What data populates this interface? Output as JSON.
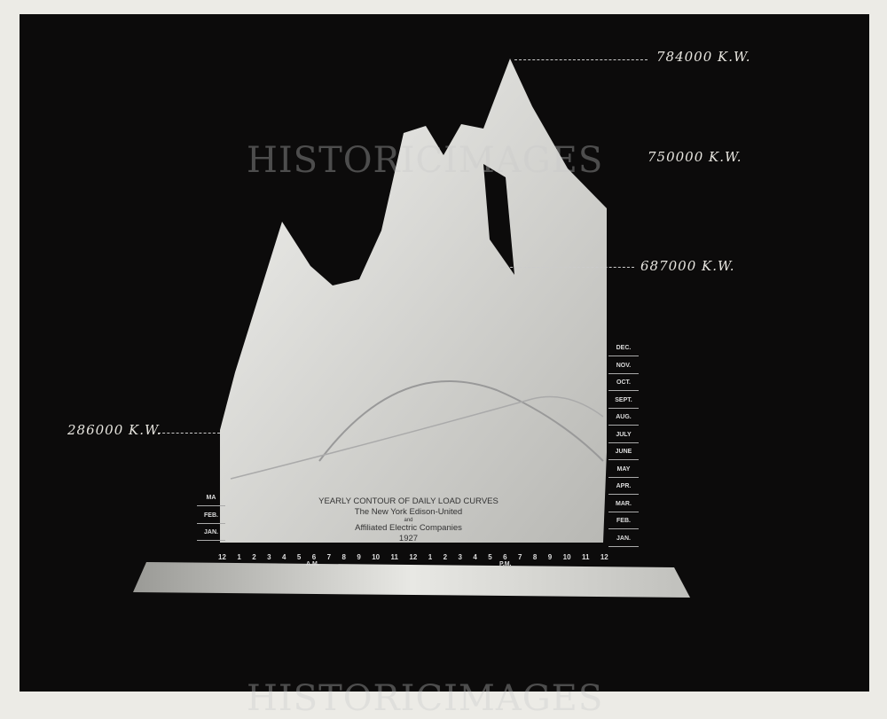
{
  "labels": {
    "peak": "784000 K.W.",
    "second": "750000 K.W.",
    "third": "687000 K.W.",
    "low": "286000 K.W."
  },
  "months_right": [
    "DEC.",
    "NOV.",
    "OCT.",
    "SEPT.",
    "AUG.",
    "JULY",
    "JUNE",
    "MAY",
    "APR.",
    "MAR.",
    "FEB.",
    "JAN."
  ],
  "months_left": [
    "MA",
    "FEB.",
    "JAN."
  ],
  "hours": [
    "12",
    "1",
    "2",
    "3",
    "4",
    "5",
    "6",
    "7",
    "8",
    "9",
    "10",
    "11",
    "12",
    "1",
    "2",
    "3",
    "4",
    "5",
    "6",
    "7",
    "8",
    "9",
    "10",
    "11",
    "12"
  ],
  "am": "A.M.",
  "pm": "P.M.",
  "plaque": {
    "line1": "YEARLY CONTOUR OF DAILY LOAD CURVES",
    "line2": "The New York Edison-United",
    "line3": "and",
    "line4": "Affiliated Electric Companies",
    "line5": "1927"
  },
  "watermark": "HISTORICIMAGES"
}
